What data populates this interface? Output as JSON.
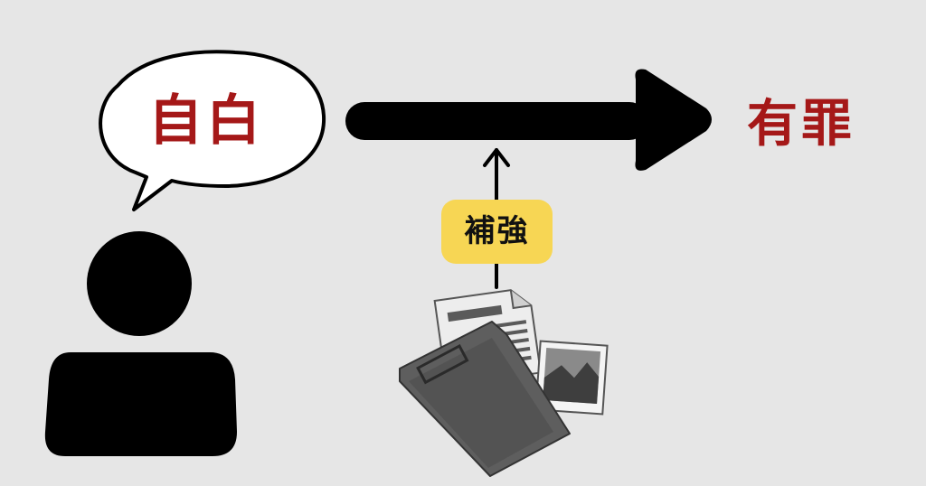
{
  "speech_bubble": {
    "text": "自白"
  },
  "result": {
    "text": "有罪"
  },
  "reinforcement": {
    "label": "補強"
  },
  "icons": {
    "person": "person-silhouette-icon",
    "documents": "evidence-documents-icon",
    "arrow": "right-arrow-icon"
  },
  "colors": {
    "background": "#e6e6e6",
    "accent_text": "#a51818",
    "badge": "#f7d654",
    "ink": "#000000"
  }
}
